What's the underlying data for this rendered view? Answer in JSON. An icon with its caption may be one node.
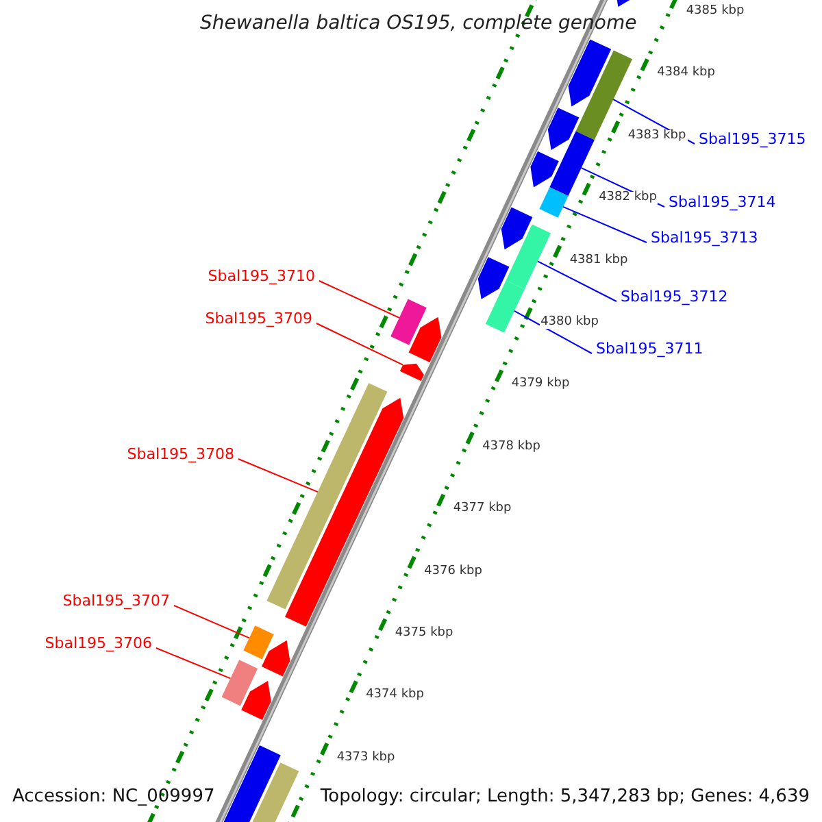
{
  "diagram": {
    "title": "Shewanella baltica OS195, complete genome",
    "nodes": [
      {
        "text": [
          "Sbal195_3715"
        ]
      },
      {
        "text": [
          "Sbal195_3714"
        ]
      },
      {
        "text": [
          "Sbal195_3713"
        ]
      },
      {
        "text": [
          "Sbal195_3712"
        ]
      },
      {
        "text": [
          "Sbal195_3711"
        ]
      },
      {
        "text": [
          "Sbal195_3710"
        ]
      },
      {
        "text": [
          "Sbal195_3709"
        ]
      },
      {
        "text": [
          "Sbal195_3708"
        ]
      },
      {
        "text": [
          "Sbal195_3707"
        ]
      },
      {
        "text": [
          "Sbal195_3706"
        ]
      },
      {
        "text": [],
        "shape": "bar"
      },
      {
        "text": [],
        "shape": "bar"
      },
      {
        "text": [],
        "shape": "bar"
      },
      {
        "text": [],
        "shape": "bar"
      },
      {
        "text": [],
        "shape": "bar"
      },
      {
        "text": [],
        "shape": "bar"
      },
      {
        "text": [],
        "shape": "arrow"
      },
      {
        "text": [],
        "shape": "bar"
      },
      {
        "text": [],
        "shape": "bar"
      },
      {
        "text": [],
        "shape": "bar"
      },
      {
        "text": [],
        "shape": "arrow"
      },
      {
        "text": [],
        "shape": "arrow"
      },
      {
        "text": [],
        "shape": "arrow"
      },
      {
        "text": [],
        "shape": "arrow"
      },
      {
        "text": [],
        "shape": "arrow"
      },
      {
        "text": [],
        "shape": "arrow"
      },
      {
        "text": [],
        "shape": "arrow"
      },
      {
        "text": [],
        "shape": "arrow"
      },
      {
        "text": [],
        "shape": "arrow"
      },
      {
        "text": [],
        "shape": "arrow"
      },
      {
        "text": [],
        "shape": "bar"
      },
      {
        "text": [],
        "shape": "bar"
      }
    ],
    "edges": [
      {
        "from": 0,
        "to": 10,
        "arrow": "none",
        "color": "#0000ff"
      },
      {
        "from": 1,
        "to": 11,
        "arrow": "none",
        "color": "#0000ff"
      },
      {
        "from": 2,
        "to": 12,
        "arrow": "none",
        "color": "#0000ff"
      },
      {
        "from": 3,
        "to": 13,
        "arrow": "none",
        "color": "#0000ff"
      },
      {
        "from": 4,
        "to": 14,
        "arrow": "none",
        "color": "#0000ff"
      },
      {
        "from": 5,
        "to": 15,
        "arrow": "none",
        "color": "#ff0000"
      },
      {
        "from": 6,
        "to": 16,
        "arrow": "none",
        "color": "#ff0000"
      },
      {
        "from": 7,
        "to": 17,
        "arrow": "none",
        "color": "#ff0000"
      },
      {
        "from": 8,
        "to": 18,
        "arrow": "none",
        "color": "#ff0000"
      },
      {
        "from": 9,
        "to": 19,
        "arrow": "none",
        "color": "#ff0000"
      }
    ],
    "labels": [
      "4385 kbp",
      "4384 kbp",
      "4383 kbp",
      "4382 kbp",
      "4381 kbp",
      "4380 kbp",
      "4379 kbp",
      "4378 kbp",
      "4377 kbp",
      "4376 kbp",
      "4375 kbp",
      "4374 kbp",
      "4373 kbp",
      "Accession: NC_009997",
      "Topology: circular; Length: 5,347,283 bp; Genes: 4,639"
    ]
  }
}
